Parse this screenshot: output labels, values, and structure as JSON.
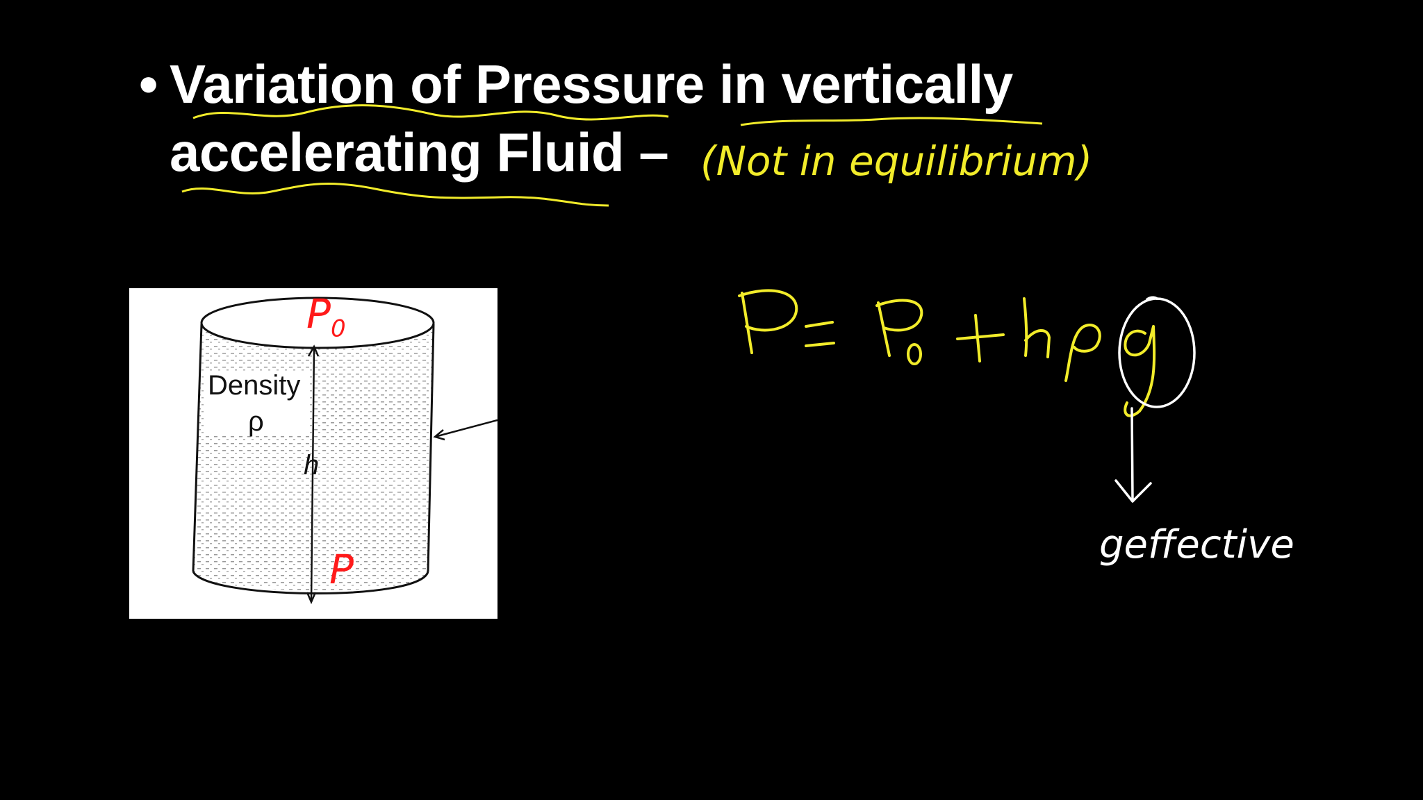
{
  "slide": {
    "bullet": "•",
    "title_line1": "Variation of Pressure in  vertically",
    "title_line2": "accelerating Fluid –",
    "annotation": "(Not in equilibrium)",
    "figure": {
      "p0_label": "P",
      "p0_sub": "0",
      "density_label": "Density",
      "rho_label": "ρ",
      "h_label": "h",
      "p_label": "P"
    },
    "formula": {
      "P": "P",
      "equals": "=",
      "P0": "P",
      "P0_sub": "0",
      "plus": "+",
      "h": "h",
      "rho": "ρ",
      "g": "g"
    },
    "g_effective": "geffective"
  },
  "colors": {
    "background": "#000000",
    "title_text": "#ffffff",
    "highlight_yellow": "#f2ec2a",
    "annotation_red": "#ff1a1a",
    "figure_bg": "#ffffff"
  }
}
